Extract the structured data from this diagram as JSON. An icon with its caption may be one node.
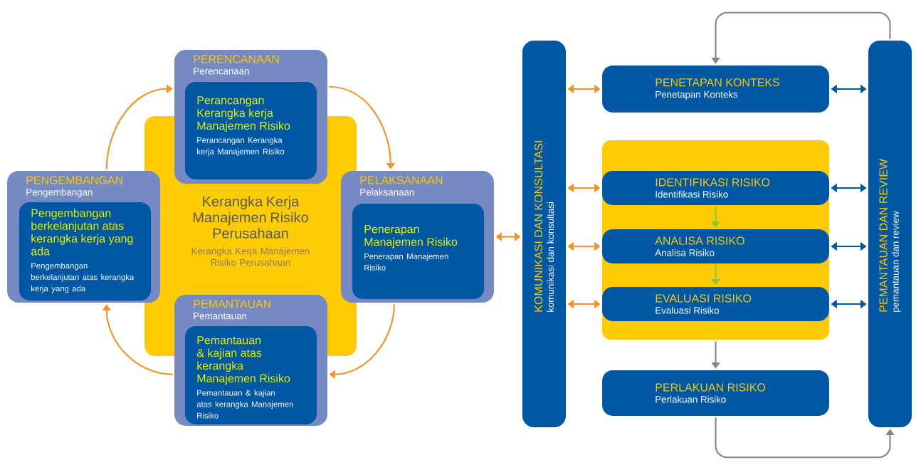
{
  "diagram": {
    "nodes": [
      {
        "text": [
          "Kerangka Kerja Manajemen Risiko Perusahaan",
          "Kerangka Kerja Manajemen Risiko Perusahaan"
        ]
      },
      {
        "text": [
          "PERENCANAAN",
          "Perencanaan"
        ]
      },
      {
        "text": [
          "Perancangan Kerangka kerja Manajemen Risiko",
          "Perancangan Kerangka kerja Manajemen Risiko"
        ],
        "in": 1
      },
      {
        "text": [
          "PENGEMBANGAN",
          "Pengembangan"
        ]
      },
      {
        "text": [
          "Pengembangan berkelanjutan atas kerangka kerja yang ada",
          "Pengembangan berkelanjutan atas kerangka kerja yang ada"
        ],
        "in": 3
      },
      {
        "text": [
          "PELAKSANAAN",
          "Pelaksanaan"
        ]
      },
      {
        "text": [
          "Penerapan Manajemen Risiko",
          "Penerapan Manajemen Risiko"
        ],
        "in": 5
      },
      {
        "text": [
          "PEMANTAUAN",
          "Pemantauan"
        ]
      },
      {
        "text": [
          "Pemantauan & kajian atas kerangka Manajemen Risiko",
          "Pemantauan & kajian atas kerangka Manajemen Risiko"
        ],
        "in": 7
      },
      {
        "text": [
          "KOMUNIKASI DAN KONSULTASI",
          "komunikasi dan konsultasi"
        ]
      },
      {
        "text": [
          "PENETAPAN KONTEKS",
          "Penetapan Konteks"
        ]
      },
      {
        "text": [],
        "shape": "box"
      },
      {
        "text": [
          "IDENTIFIKASI RISIKO",
          "Identifikasi Risiko"
        ],
        "in": 11
      },
      {
        "text": [
          "ANALISA RISIKO",
          "Analisa Risiko"
        ],
        "in": 11
      },
      {
        "text": [
          "EVALUASI RISIKO",
          "Evaluasi Risiko"
        ],
        "in": 11
      },
      {
        "text": [
          "PERLAKUAN RISIKO",
          "Perlakuan Risiko"
        ]
      },
      {
        "text": [
          "PEMANTAUAN DAN REVIEW",
          "pemantauan dan review"
        ]
      }
    ],
    "edges": [
      {
        "from": 3,
        "to": 1,
        "arrow": "to"
      },
      {
        "from": 1,
        "to": 5,
        "arrow": "to"
      },
      {
        "from": 5,
        "to": 7,
        "arrow": "to"
      },
      {
        "from": 7,
        "to": 3,
        "arrow": "to"
      },
      {
        "from": 5,
        "to": 9,
        "arrow": "both"
      },
      {
        "from": 9,
        "to": 10,
        "arrow": "both"
      },
      {
        "from": 9,
        "to": 12,
        "arrow": "both"
      },
      {
        "from": 9,
        "to": 13,
        "arrow": "both"
      },
      {
        "from": 9,
        "to": 14,
        "arrow": "both"
      },
      {
        "from": 10,
        "to": 16,
        "arrow": "both",
        "color": "#0057a4"
      },
      {
        "from": 12,
        "to": 16,
        "arrow": "both",
        "color": "#0057a4"
      },
      {
        "from": 13,
        "to": 16,
        "arrow": "both",
        "color": "#0057a4"
      },
      {
        "from": 14,
        "to": 16,
        "arrow": "both",
        "color": "#0057a4"
      },
      {
        "from": 12,
        "to": 13,
        "arrow": "to",
        "color": "#8dc63f"
      },
      {
        "from": 13,
        "to": 14,
        "arrow": "to",
        "color": "#8dc63f"
      },
      {
        "from": 11,
        "to": 15,
        "arrow": "to",
        "color": "#858585"
      },
      {
        "from": 15,
        "to": 16,
        "arrow": "to",
        "color": "#858585"
      },
      {
        "from": 16,
        "to": 10,
        "arrow": "to",
        "color": "#858585"
      }
    ]
  }
}
